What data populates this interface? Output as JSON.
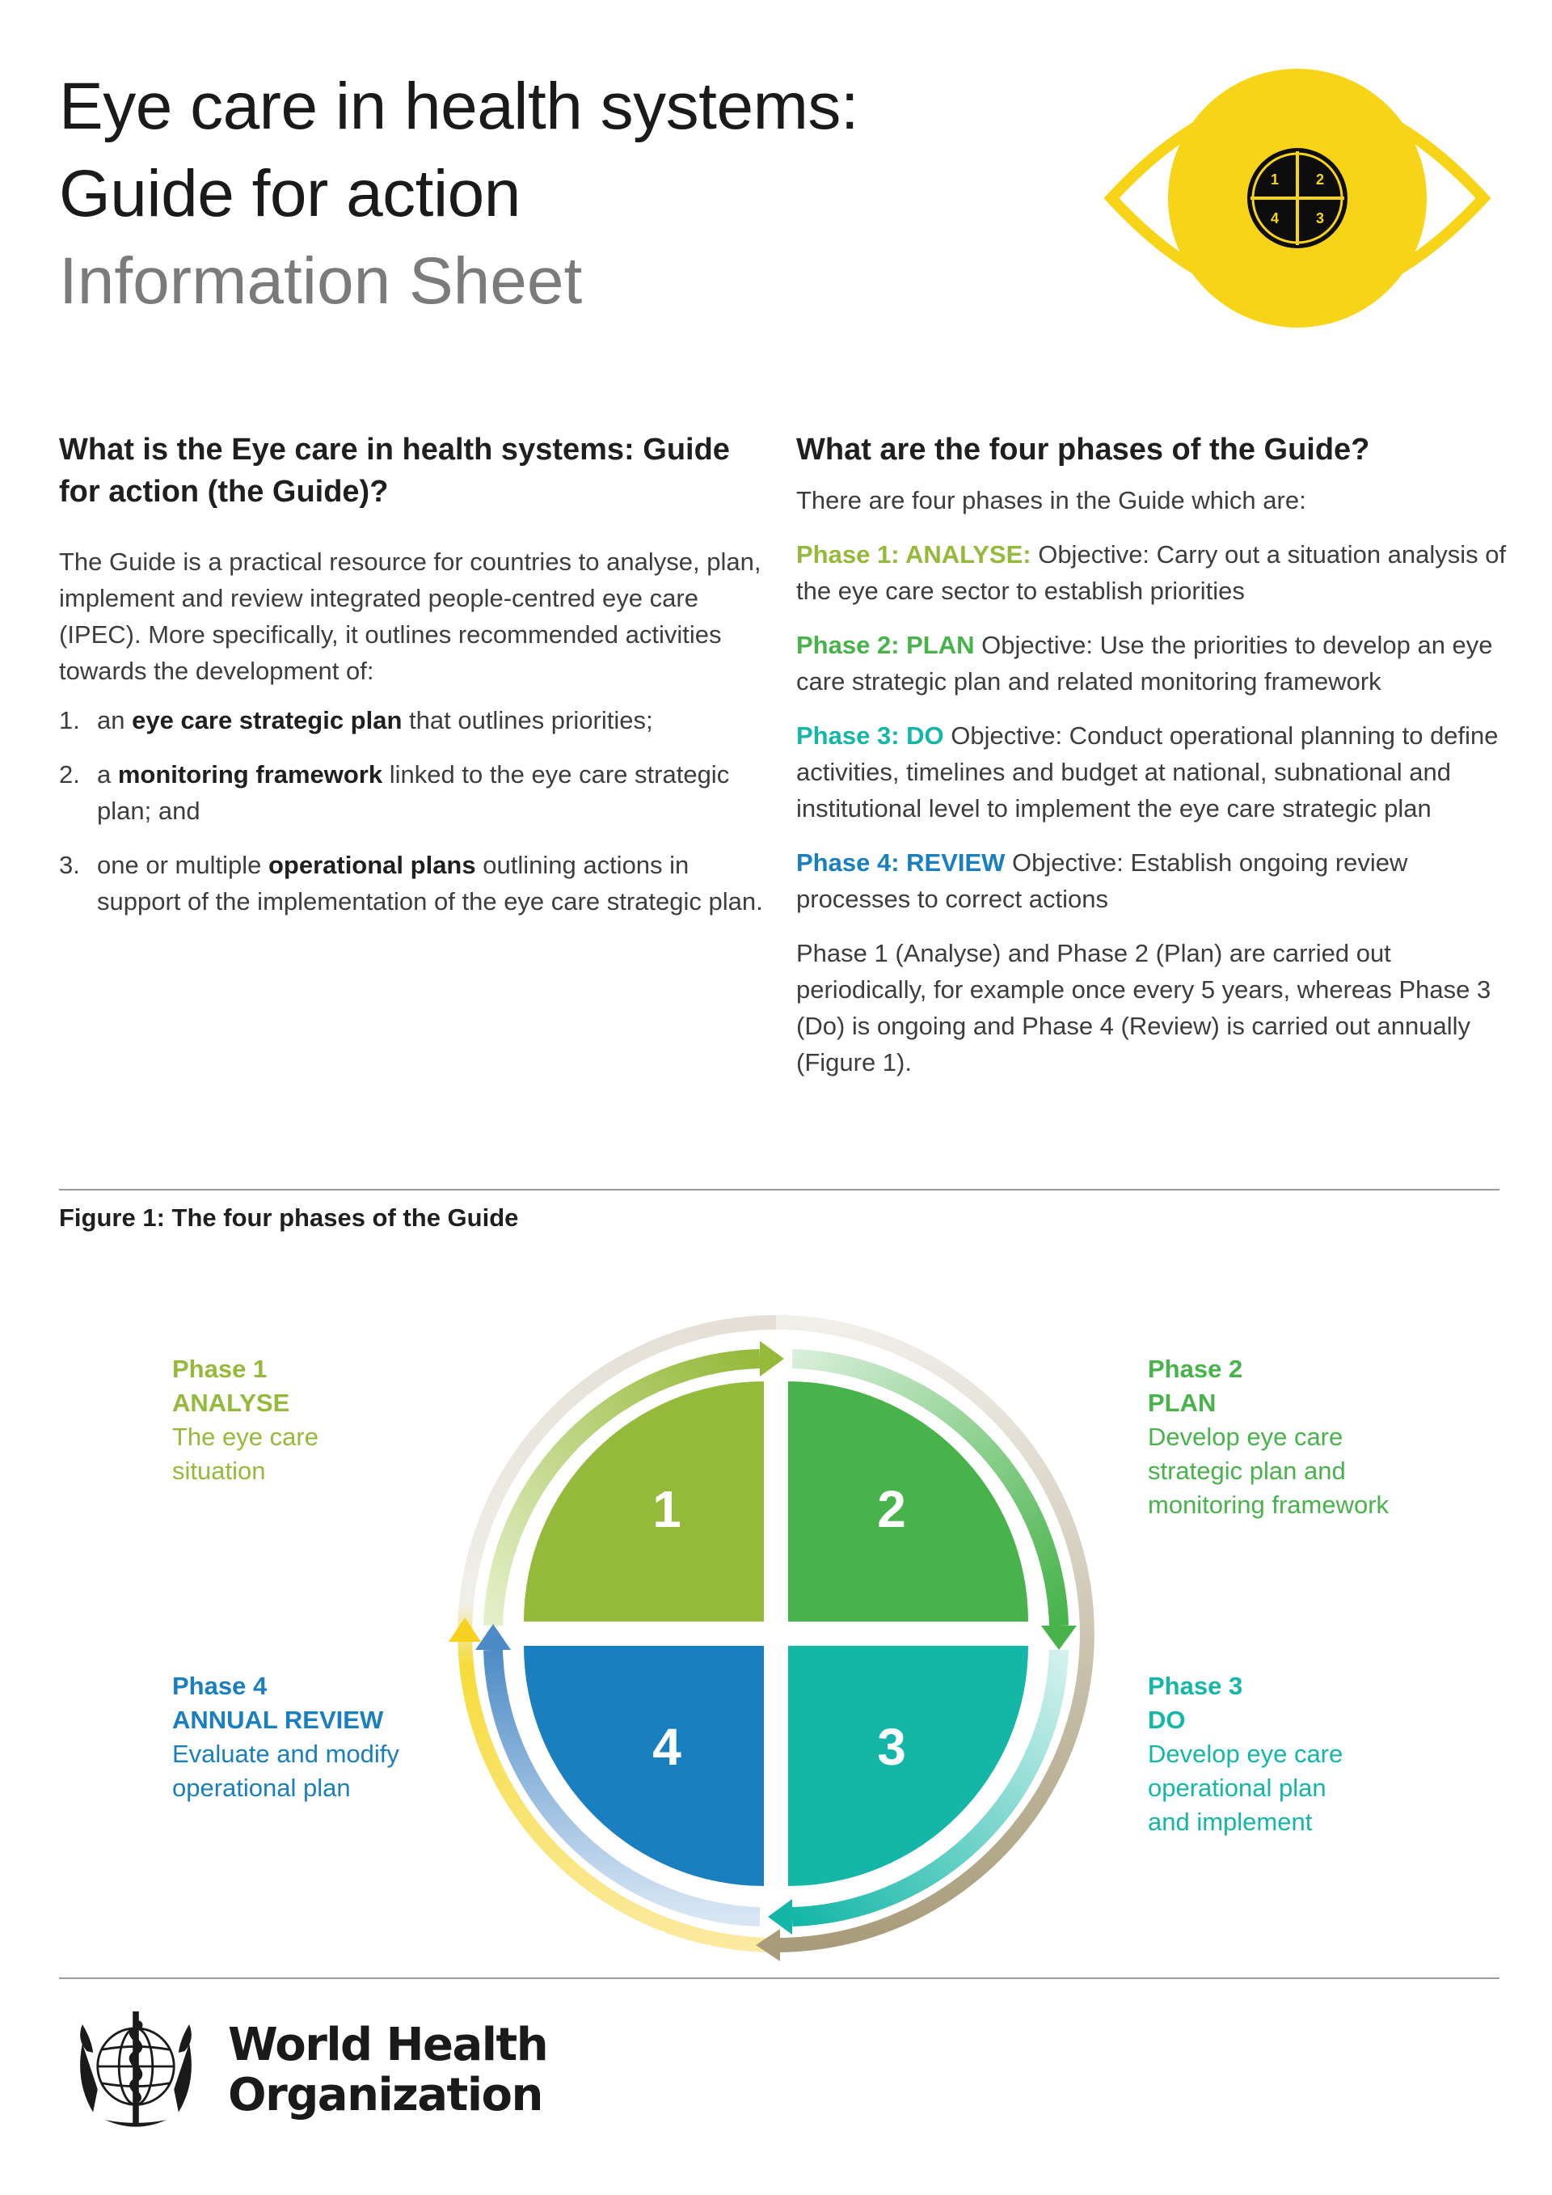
{
  "header": {
    "title_line1": "Eye care in health systems:",
    "title_line2": "Guide for action",
    "subtitle": "Information Sheet",
    "logo_numbers": [
      "1",
      "2",
      "4",
      "3"
    ]
  },
  "left": {
    "heading": "What is the Eye care in health systems: Guide for action (the Guide)?",
    "intro": "The Guide is a practical resource for countries to analyse, plan, implement and review integrated people-centred eye care (IPEC). More specifically, it outlines recommended activities towards the development of:",
    "items": [
      {
        "num": "1.",
        "pre": "an ",
        "bold": "eye care strategic plan",
        "post": " that outlines priorities;"
      },
      {
        "num": "2.",
        "pre": "a ",
        "bold": "monitoring framework",
        "post": " linked to the eye care strategic plan; and"
      },
      {
        "num": "3.",
        "pre": "one or multiple ",
        "bold": "operational plans",
        "post": " outlining actions in support of the implementation of the eye care strategic plan."
      }
    ]
  },
  "right": {
    "heading": "What are the four phases of the Guide?",
    "intro": "There are four phases in the Guide which are:",
    "phases": [
      {
        "label": "Phase 1: ANALYSE:",
        "text": " Objective: Carry out a situation analysis of the eye care sector to establish priorities"
      },
      {
        "label": "Phase 2: PLAN",
        "text": " Objective: Use the priorities to develop an eye care strategic plan and related monitoring framework"
      },
      {
        "label": "Phase 3: DO",
        "text": " Objective: Conduct operational planning to define activities, timelines and budget at national, subnational and institutional level to implement the eye care strategic plan"
      },
      {
        "label": "Phase 4: REVIEW",
        "text": " Objective: Establish ongoing review processes to correct actions"
      }
    ],
    "closing": "Phase 1 (Analyse) and Phase 2 (Plan) are carried out periodically, for example once every 5 years, whereas Phase 3 (Do) is ongoing and Phase 4 (Review) is carried out annually (Figure 1)."
  },
  "figure": {
    "caption": "Figure 1: The four phases of the Guide",
    "quadrants": [
      "1",
      "2",
      "3",
      "4"
    ],
    "legends": [
      {
        "phase": "Phase 1",
        "name": "ANALYSE",
        "desc": [
          "The eye care",
          "situation"
        ]
      },
      {
        "phase": "Phase 2",
        "name": "PLAN",
        "desc": [
          "Develop eye care",
          "strategic plan and",
          "monitoring framework"
        ]
      },
      {
        "phase": "Phase 3",
        "name": "DO",
        "desc": [
          "Develop eye care",
          "operational plan",
          "and implement"
        ]
      },
      {
        "phase": "Phase 4",
        "name": "ANNUAL REVIEW",
        "desc": [
          "Evaluate and modify",
          "operational plan"
        ]
      }
    ]
  },
  "footer": {
    "org_line1": "World Health",
    "org_line2": "Organization"
  },
  "colors": {
    "phase1": "#95b93a",
    "phase2": "#47b34a",
    "phase3": "#14b7a7",
    "phase4": "#1a7fbf",
    "logo_yellow": "#f7d417",
    "ring_brown": "#b8ad90"
  }
}
